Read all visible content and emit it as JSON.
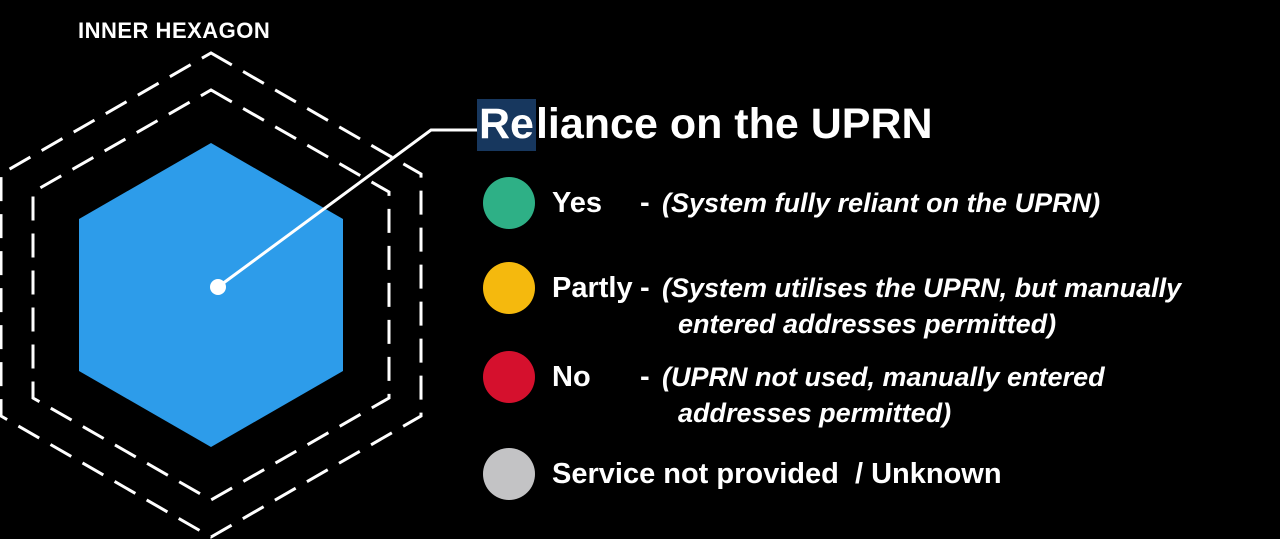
{
  "colors": {
    "background": "#000000",
    "hexagon_fill": "#2D9CEA",
    "line": "#FFFFFF",
    "title_highlight_bg": "#17375E",
    "legend_yes": "#2EB086",
    "legend_partly": "#F5B90D",
    "legend_no": "#D5102D",
    "legend_unknown": "#C3C3C5"
  },
  "hexagon_label": "INNER HEXAGON",
  "title": {
    "highlight": "Re",
    "rest": "liance on the UPRN"
  },
  "legend": {
    "items": [
      {
        "label": "Yes",
        "dash": "-",
        "desc_lines": [
          "(System fully reliant on the UPRN)"
        ]
      },
      {
        "label": "Partly",
        "dash": "-",
        "desc_lines": [
          "(System utilises the UPRN, but manually",
          "entered addresses permitted)"
        ]
      },
      {
        "label": "No",
        "dash": "-",
        "desc_lines": [
          "(UPRN not used, manually entered",
          "addresses permitted)"
        ]
      },
      {
        "label": "Service not provided  / Unknown",
        "dash": "",
        "desc_lines": []
      }
    ]
  }
}
